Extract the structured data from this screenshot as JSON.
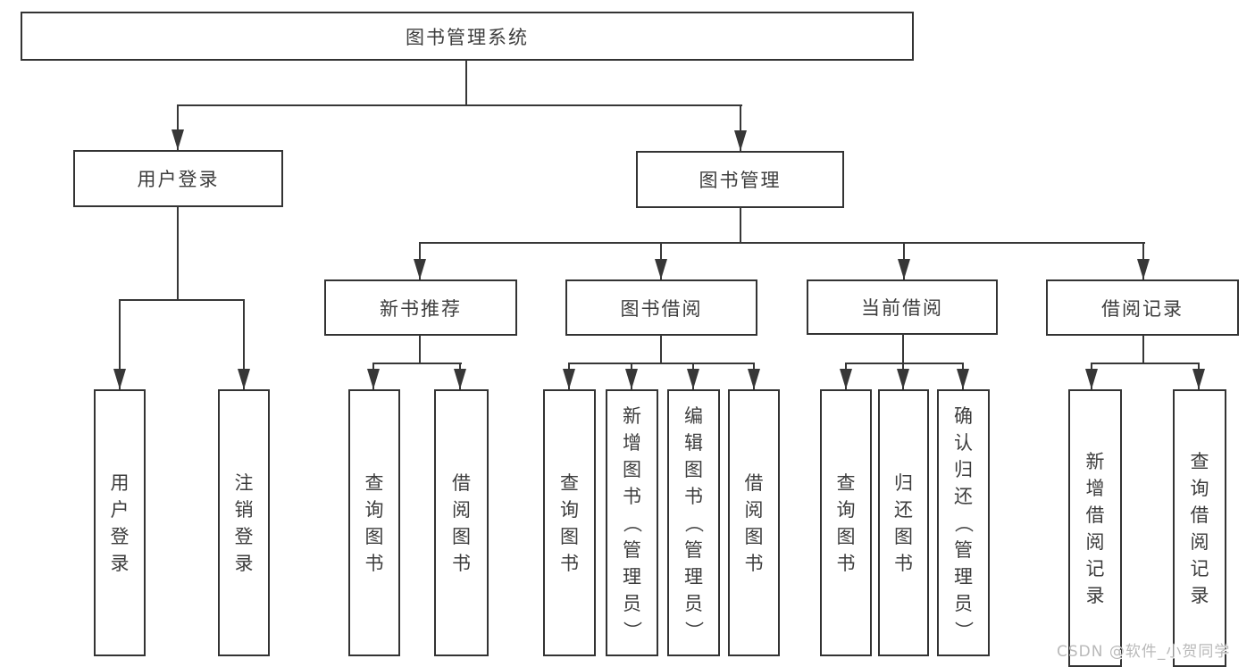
{
  "diagram": {
    "type": "hierarchy-tree",
    "title": "图书管理系统",
    "watermark": "CSDN @软件_小贺同学",
    "colors": {
      "background": "#ffffff",
      "line": "#373737",
      "box_border": "#333333",
      "text": "#3d3d3d",
      "watermark": "#b9b9b9"
    },
    "nodes": {
      "root": {
        "label": "图书管理系统"
      },
      "user_login": {
        "label": "用户登录"
      },
      "book_mgmt": {
        "label": "图书管理"
      },
      "new_book_rec": {
        "label": "新书推荐"
      },
      "book_borrow": {
        "label": "图书借阅"
      },
      "current_borrow": {
        "label": "当前借阅"
      },
      "borrow_records": {
        "label": "借阅记录"
      },
      "leaf_user_login": {
        "label": "用户登录"
      },
      "leaf_logout": {
        "label": "注销登录"
      },
      "leaf_nbr_query": {
        "label": "查询图书"
      },
      "leaf_nbr_borrow": {
        "label": "借阅图书"
      },
      "leaf_bb_query": {
        "label": "查询图书"
      },
      "leaf_bb_add": {
        "label": "新增图书（管理员）"
      },
      "leaf_bb_edit": {
        "label": "编辑图书（管理员）"
      },
      "leaf_bb_borrow": {
        "label": "借阅图书"
      },
      "leaf_cb_query": {
        "label": "查询图书"
      },
      "leaf_cb_return": {
        "label": "归还图书"
      },
      "leaf_cb_confirm": {
        "label": "确认归还（管理员）"
      },
      "leaf_br_add": {
        "label": "新增借阅记录"
      },
      "leaf_br_query": {
        "label": "查询借阅记录"
      }
    },
    "edges": [
      "图书管理系统→用户登录",
      "图书管理系统→图书管理",
      "用户登录→用户登录",
      "用户登录→注销登录",
      "图书管理→新书推荐",
      "图书管理→图书借阅",
      "图书管理→当前借阅",
      "图书管理→借阅记录",
      "新书推荐→查询图书",
      "新书推荐→借阅图书",
      "图书借阅→查询图书",
      "图书借阅→新增图书（管理员）",
      "图书借阅→编辑图书（管理员）",
      "图书借阅→借阅图书",
      "当前借阅→查询图书",
      "当前借阅→归还图书",
      "当前借阅→确认归还（管理员）",
      "借阅记录→新增借阅记录",
      "借阅记录→查询借阅记录"
    ]
  }
}
